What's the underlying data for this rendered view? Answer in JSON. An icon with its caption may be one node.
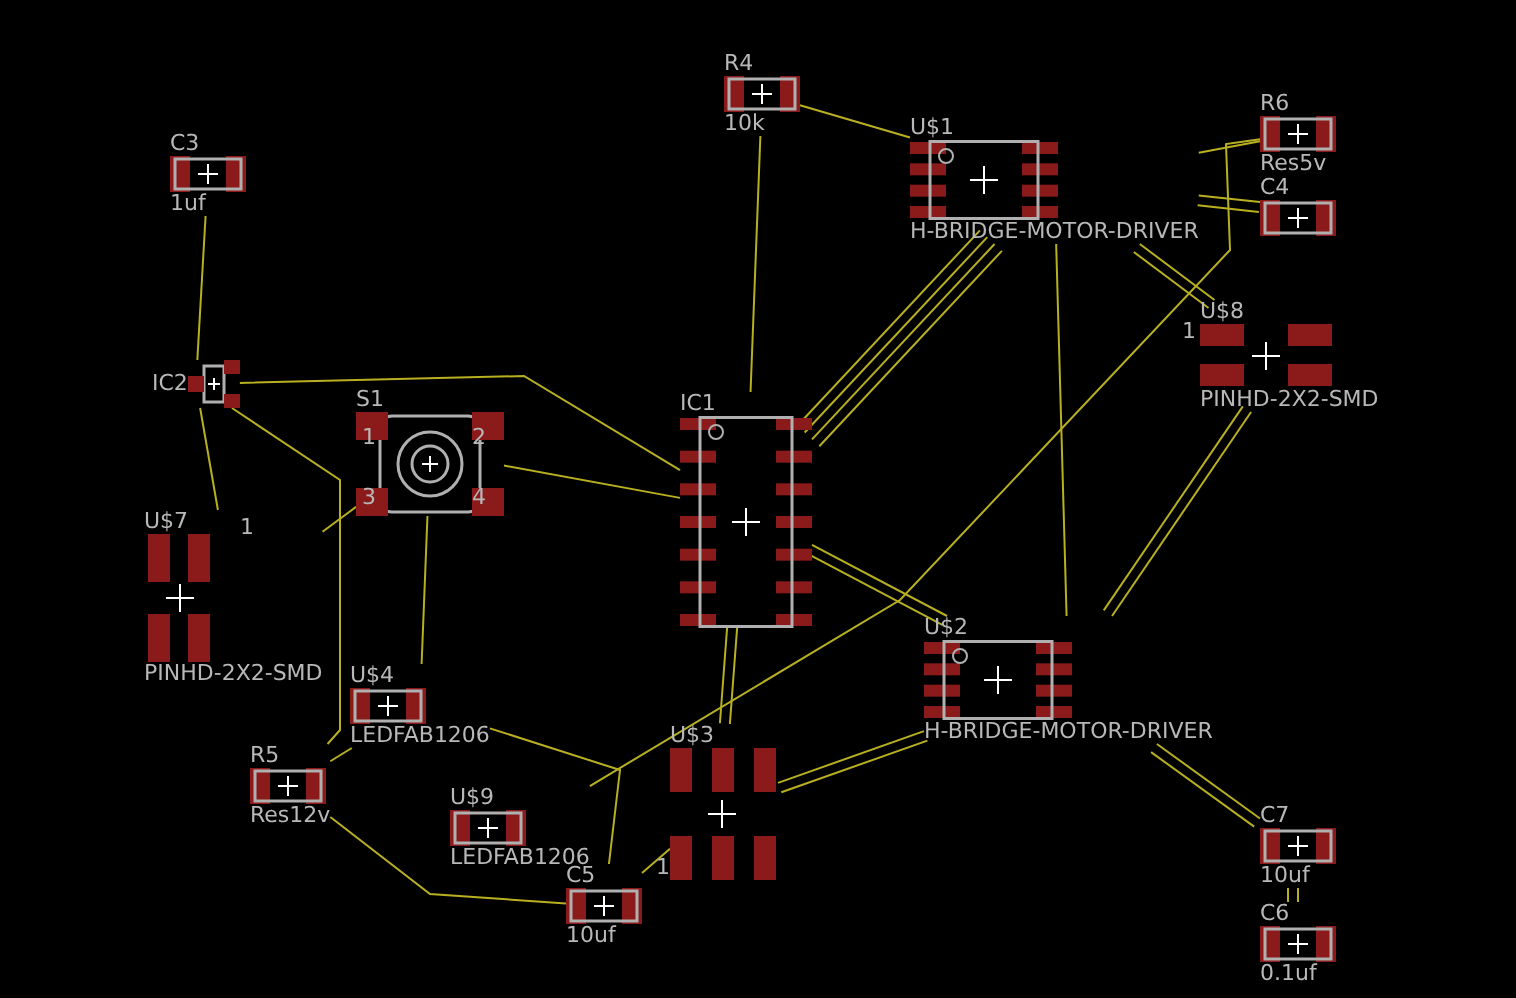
{
  "diagram": {
    "nodes": [
      {
        "text": [
          "C3",
          "1uf"
        ]
      },
      {
        "text": [
          "IC2"
        ]
      },
      {
        "text": [
          "S1"
        ]
      },
      {
        "text": [
          "U$7",
          "PINHD-2X2-SMD"
        ]
      },
      {
        "text": [
          "R4",
          "10k"
        ]
      },
      {
        "text": [
          "U$1",
          "H-BRIDGE-MOTOR-DRIVER"
        ]
      },
      {
        "text": [
          "R6",
          "Res5v"
        ]
      },
      {
        "text": [
          "C4"
        ]
      },
      {
        "text": [
          "U$8",
          "PINHD-2X2-SMD"
        ]
      },
      {
        "text": [
          "IC1"
        ]
      },
      {
        "text": [
          "U$2",
          "H-BRIDGE-MOTOR-DRIVER"
        ]
      },
      {
        "text": [
          "U$4",
          "LEDFAB1206"
        ]
      },
      {
        "text": [
          "R5",
          "Res12v"
        ]
      },
      {
        "text": [
          "U$9",
          "LEDFAB1206"
        ]
      },
      {
        "text": [
          "C5",
          "10uf"
        ]
      },
      {
        "text": [
          "U$3"
        ]
      },
      {
        "text": [
          "C7",
          "10uf"
        ]
      },
      {
        "text": [
          "C6",
          "0.1uf"
        ]
      }
    ],
    "edges": [
      {
        "from": 0,
        "to": 1,
        "arrow": "none"
      },
      {
        "from": 1,
        "to": 3,
        "arrow": "none"
      },
      {
        "from": 1,
        "to": 12,
        "arrow": "none"
      },
      {
        "from": 1,
        "to": 9,
        "arrow": "none"
      },
      {
        "from": 2,
        "to": 9,
        "arrow": "none"
      },
      {
        "from": 2,
        "to": 3,
        "arrow": "none"
      },
      {
        "from": 2,
        "to": 11,
        "arrow": "none"
      },
      {
        "from": 11,
        "to": 12,
        "arrow": "none"
      },
      {
        "from": 11,
        "to": 14,
        "arrow": "none"
      },
      {
        "from": 12,
        "to": 14,
        "arrow": "none"
      },
      {
        "from": 13,
        "to": 6,
        "arrow": "none"
      },
      {
        "from": 14,
        "to": 15,
        "arrow": "none"
      },
      {
        "from": 4,
        "to": 9,
        "arrow": "none"
      },
      {
        "from": 4,
        "to": 5,
        "arrow": "none"
      },
      {
        "from": 5,
        "to": 9,
        "arrow": "none"
      },
      {
        "from": 5,
        "to": 9,
        "arrow": "none"
      },
      {
        "from": 5,
        "to": 9,
        "arrow": "none"
      },
      {
        "from": 5,
        "to": 9,
        "arrow": "none"
      },
      {
        "from": 5,
        "to": 6,
        "arrow": "none"
      },
      {
        "from": 5,
        "to": 7,
        "arrow": "none"
      },
      {
        "from": 5,
        "to": 7,
        "arrow": "none"
      },
      {
        "from": 5,
        "to": 8,
        "arrow": "none"
      },
      {
        "from": 5,
        "to": 8,
        "arrow": "none"
      },
      {
        "from": 5,
        "to": 10,
        "arrow": "none"
      },
      {
        "from": 8,
        "to": 10,
        "arrow": "none"
      },
      {
        "from": 8,
        "to": 10,
        "arrow": "none"
      },
      {
        "from": 9,
        "to": 10,
        "arrow": "none"
      },
      {
        "from": 9,
        "to": 10,
        "arrow": "none"
      },
      {
        "from": 9,
        "to": 15,
        "arrow": "none"
      },
      {
        "from": 9,
        "to": 15,
        "arrow": "none"
      },
      {
        "from": 15,
        "to": 10,
        "arrow": "none"
      },
      {
        "from": 15,
        "to": 10,
        "arrow": "none"
      },
      {
        "from": 10,
        "to": 16,
        "arrow": "none"
      },
      {
        "from": 10,
        "to": 16,
        "arrow": "none"
      },
      {
        "from": 16,
        "to": 17,
        "arrow": "none"
      },
      {
        "from": 16,
        "to": 17,
        "arrow": "none"
      }
    ],
    "labels": [
      "1",
      "2",
      "3",
      "4",
      "1",
      "1",
      "1"
    ]
  }
}
